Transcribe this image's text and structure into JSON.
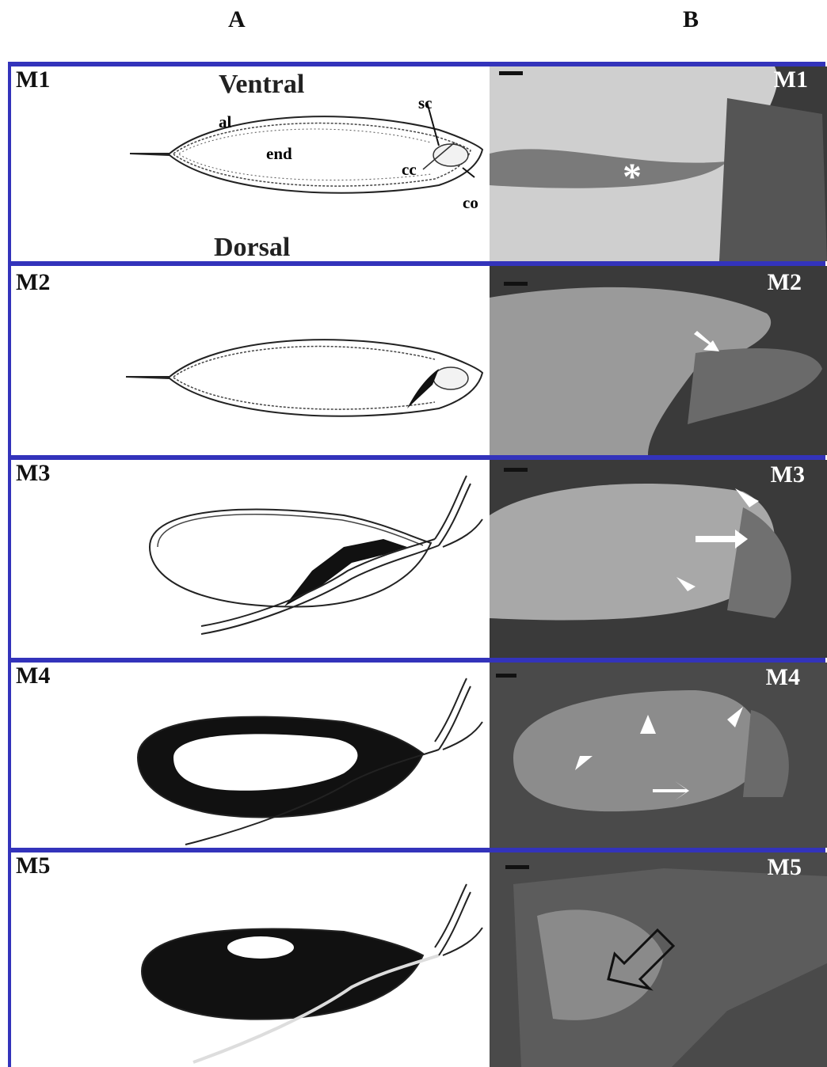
{
  "columns": {
    "a": "A",
    "b": "B"
  },
  "rows": [
    {
      "label": "M1",
      "label_b": "M1"
    },
    {
      "label": "M2",
      "label_b": "M2"
    },
    {
      "label": "M3",
      "label_b": "M3"
    },
    {
      "label": "M4",
      "label_b": "M4"
    },
    {
      "label": "M5",
      "label_b": "M5"
    }
  ],
  "diagram_labels": {
    "ventral": "Ventral",
    "dorsal": "Dorsal",
    "al": "al",
    "end": "end",
    "sc": "sc",
    "cc": "cc",
    "co": "co"
  },
  "asterisk": "*",
  "colors": {
    "frame": "#3333bb",
    "micrograph_bg": "#333333",
    "tissue": "#8a8a8a"
  }
}
